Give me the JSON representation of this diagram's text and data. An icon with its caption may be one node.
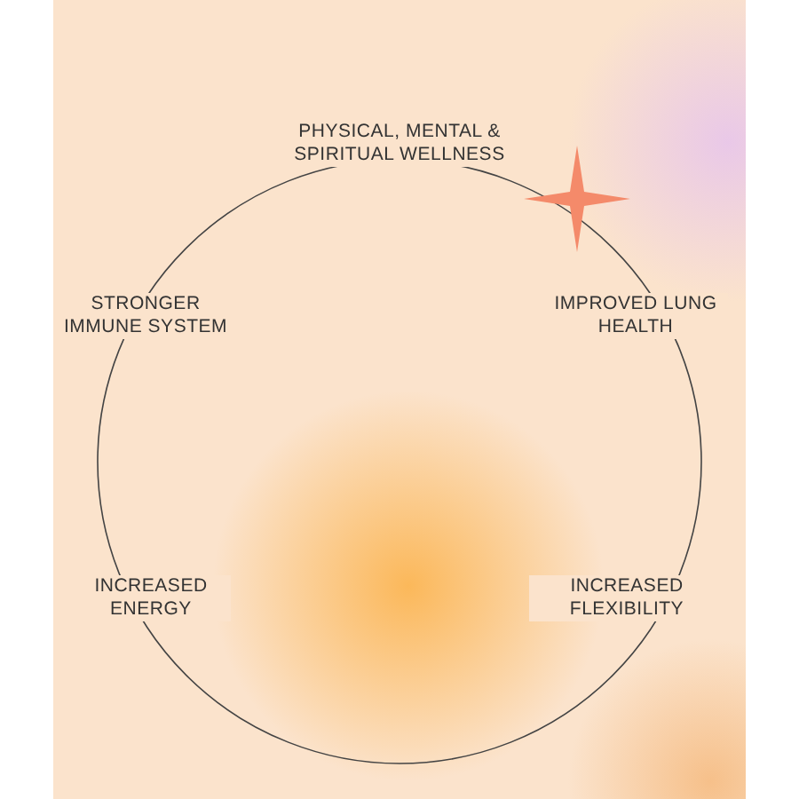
{
  "diagram": {
    "labels": [
      "PHYSICAL, MENTAL & SPIRITUAL WELLNESS",
      "STRONGER IMMUNE SYSTEM",
      "IMPROVED LUNG HEALTH",
      "INCREASED ENERGY",
      "INCREASED FLEXIBILITY"
    ]
  }
}
